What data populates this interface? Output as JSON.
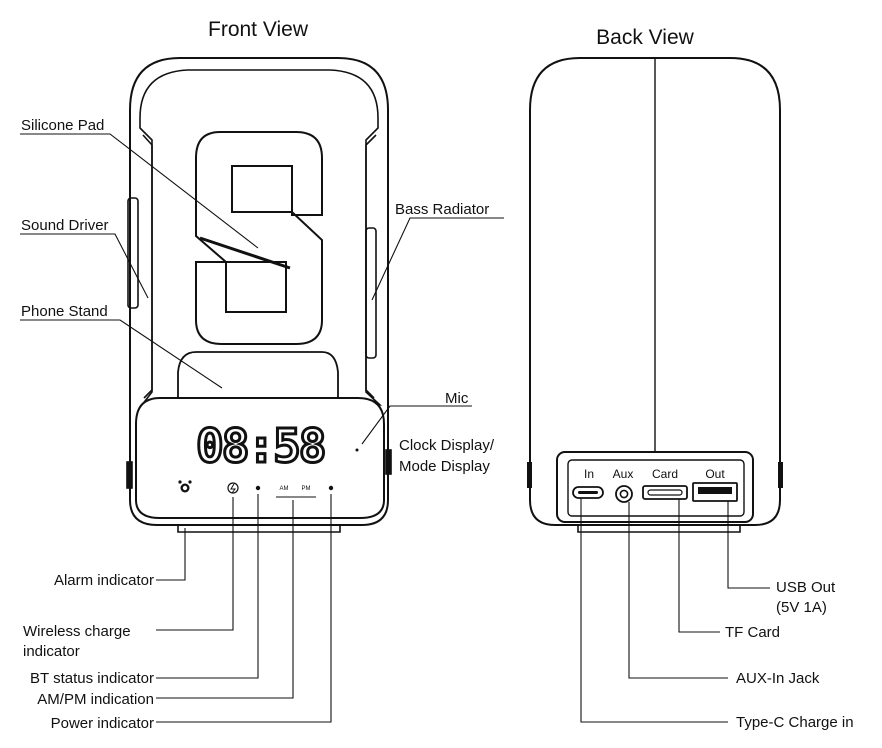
{
  "titles": {
    "front": "Front View",
    "back": "Back View"
  },
  "display_time": "08:58",
  "front_labels": {
    "silicone_pad": "Silicone Pad",
    "sound_driver": "Sound Driver",
    "phone_stand": "Phone Stand",
    "bass_radiator": "Bass Radiator",
    "mic": "Mic",
    "clock_display_line1": "Clock Display/",
    "clock_display_line2": "Mode Display",
    "alarm": "Alarm indicator",
    "wireless_line1": "Wireless charge",
    "wireless_line2": "indicator",
    "bt_status": "BT status indicator",
    "ampm": "AM/PM indication",
    "power": "Power indicator"
  },
  "indicator_text": {
    "am": "AM",
    "pm": "PM"
  },
  "back_ports": {
    "in": "In",
    "aux": "Aux",
    "card": "Card",
    "out": "Out"
  },
  "back_labels": {
    "usb_out_line1": "USB Out",
    "usb_out_line2": "(5V 1A)",
    "tf_card": "TF Card",
    "aux_in": "AUX-In Jack",
    "type_c": "Type-C Charge in"
  }
}
